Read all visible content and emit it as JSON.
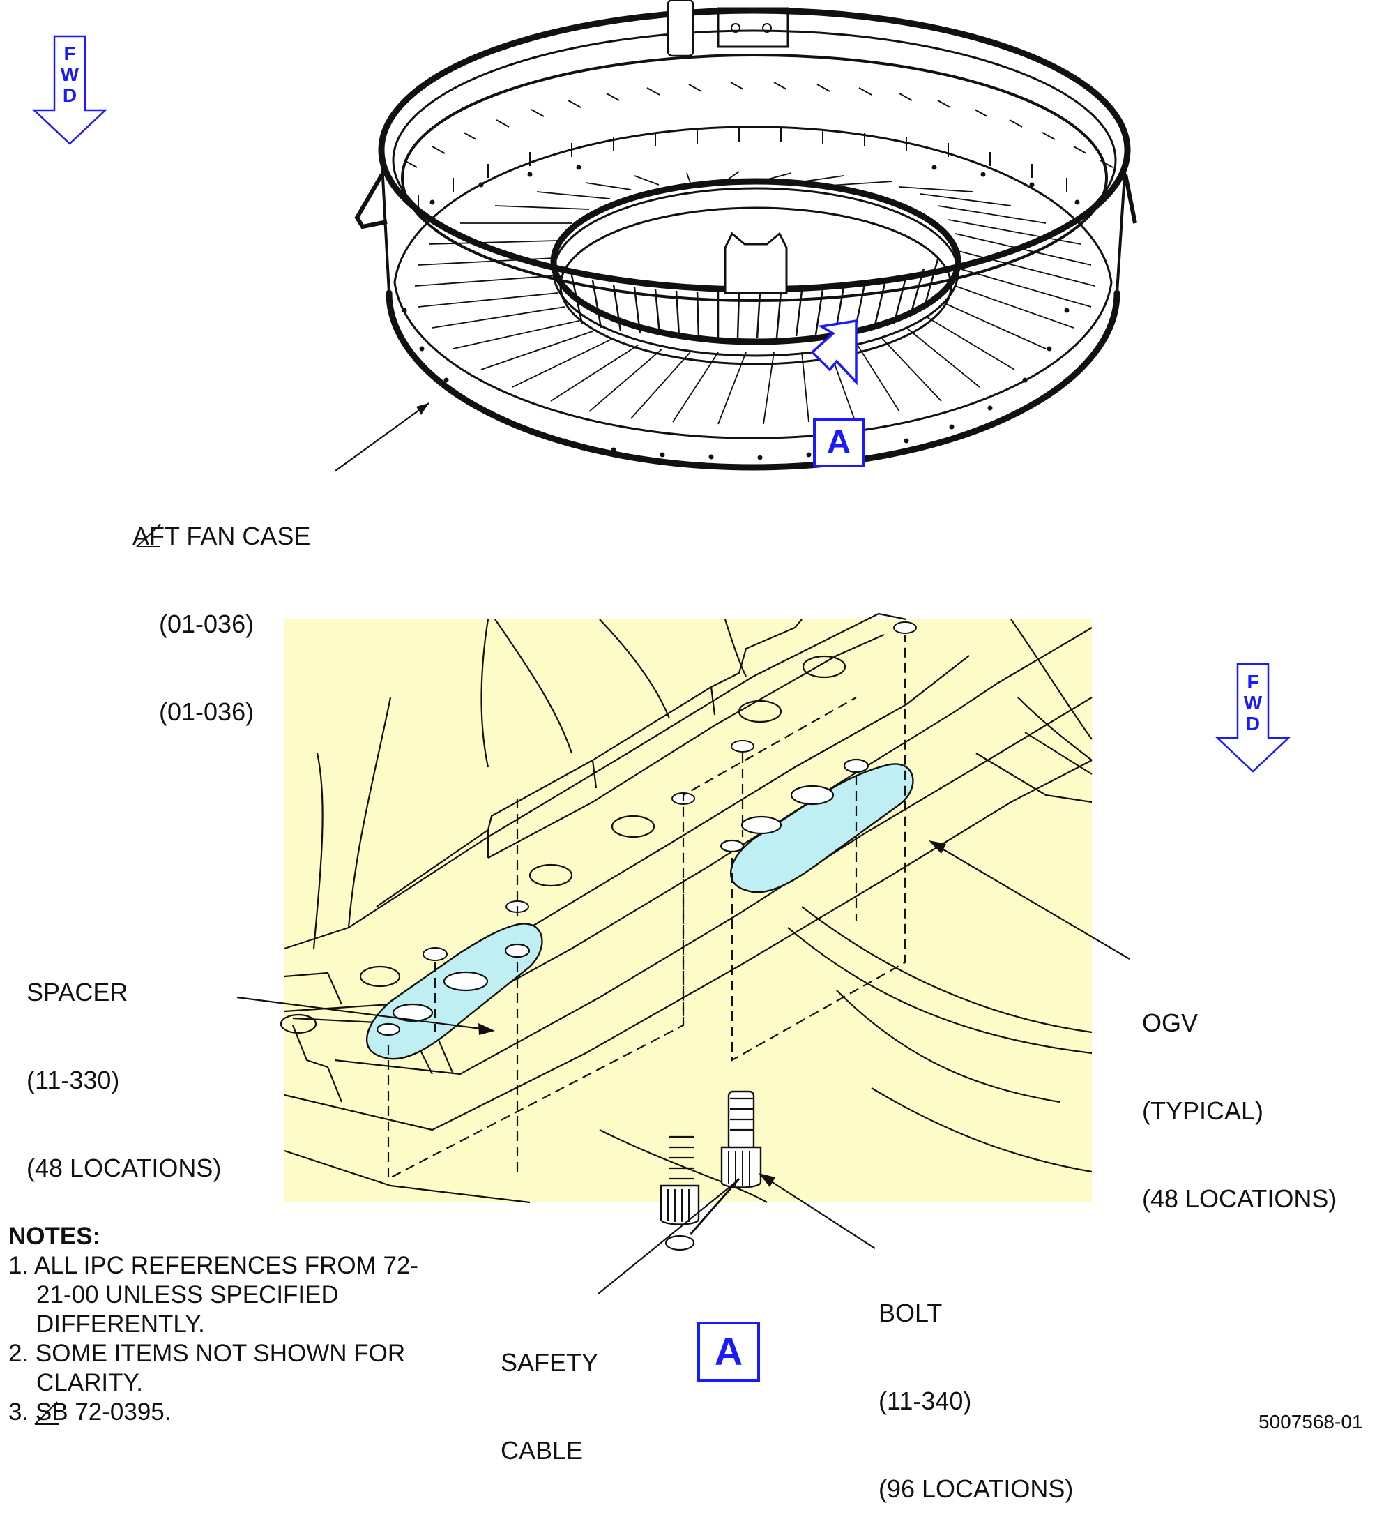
{
  "fwd_top": {
    "letters": [
      "F",
      "W",
      "D"
    ]
  },
  "fwd_right": {
    "letters": [
      "F",
      "W",
      "D"
    ]
  },
  "view_label_top": "A",
  "view_label_bottom": "A",
  "aft_fan_case": {
    "line1": "AFT FAN CASE",
    "line2": "(01-036)",
    "line3": "(01-036)"
  },
  "spacer": {
    "line1": "SPACER",
    "line2": "(11-330)",
    "line3": "(48 LOCATIONS)"
  },
  "ogv": {
    "line1": "OGV",
    "line2": "(TYPICAL)",
    "line3": "(48 LOCATIONS)"
  },
  "bolt": {
    "line1": "BOLT",
    "line2": "(11-340)",
    "line3": "(96 LOCATIONS)"
  },
  "safety_cable": {
    "line1": "SAFETY",
    "line2": "CABLE"
  },
  "notes": {
    "title": "NOTES:",
    "items": [
      "1. ALL IPC REFERENCES FROM 72-21-00 UNLESS SPECIFIED DIFFERENTLY.",
      "2. SOME ITEMS NOT SHOWN FOR CLARITY.",
      "3.   SB 72-0395."
    ]
  },
  "figure_number": "5007568-01",
  "colors": {
    "accent": "#1a1aff",
    "detail_background": "#fdfcc8",
    "spacer_fill": "#bfeff2",
    "ink": "#111111"
  }
}
